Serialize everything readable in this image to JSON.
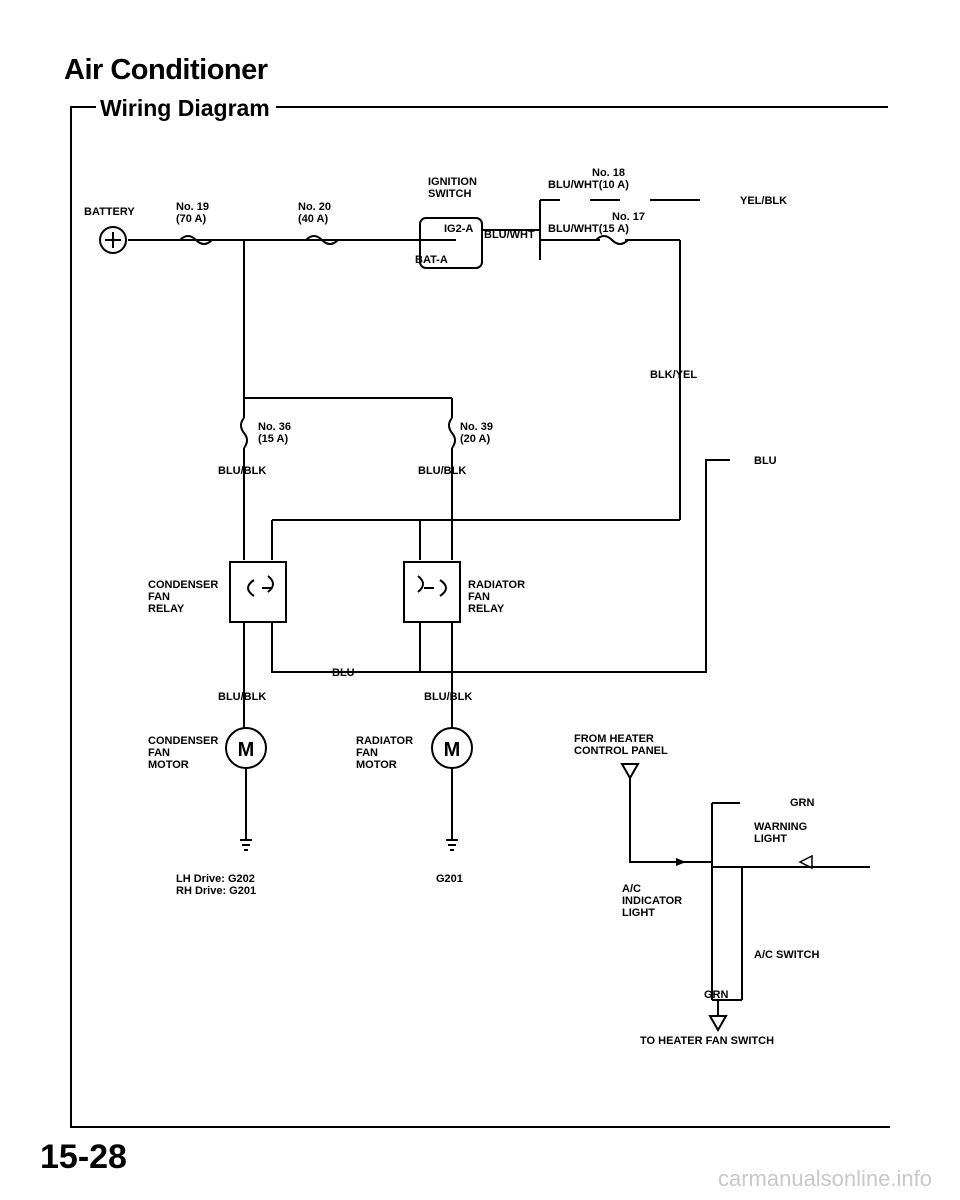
{
  "header": {
    "title": "Air Conditioner",
    "subtitle": "Wiring Diagram"
  },
  "labels": {
    "battery": "BATTERY",
    "f19_no": "No. 19",
    "f19_amp": "(70 A)",
    "f20_no": "No. 20",
    "f20_amp": "(40 A)",
    "ign_1": "IGNITION",
    "ign_2": "SWITCH",
    "ig2a": "IG2-A",
    "bata": "BAT-A",
    "blu_wht": "BLU/WHT",
    "f18_no": "No. 18",
    "f18_wire": "BLU/WHT(10 A)",
    "f17_no": "No. 17",
    "f17_wire": "BLU/WHT(15 A)",
    "yel_blk": "YEL/BLK",
    "blk_yel": "BLK/YEL",
    "f36_no": "No. 36",
    "f36_amp": "(15 A)",
    "f39_no": "No. 39",
    "f39_amp": "(20 A)",
    "blu_blk_l1": "BLU/BLK",
    "blu_blk_r1": "BLU/BLK",
    "blu_right": "BLU",
    "cond_relay_1": "CONDENSER",
    "cond_relay_2": "FAN",
    "cond_relay_3": "RELAY",
    "rad_relay_1": "RADIATOR",
    "rad_relay_2": "FAN",
    "rad_relay_3": "RELAY",
    "blu_mid": "BLU",
    "blu_blk_l2": "BLU/BLK",
    "blu_blk_r2": "BLU/BLK",
    "cond_motor_1": "CONDENSER",
    "cond_motor_2": "FAN",
    "cond_motor_3": "MOTOR",
    "rad_motor_1": "RADIATOR",
    "rad_motor_2": "FAN",
    "rad_motor_3": "MOTOR",
    "motor_symbol_l": "M",
    "motor_symbol_r": "M",
    "lh_drive": "LH Drive: G202",
    "rh_drive": "RH Drive: G201",
    "g201": "G201",
    "heater_1": "FROM HEATER",
    "heater_2": "CONTROL PANEL",
    "grn_top": "GRN",
    "warn_1": "WARNING",
    "warn_2": "LIGHT",
    "ac_ind_1": "A/C",
    "ac_ind_2": "INDICATOR",
    "ac_ind_3": "LIGHT",
    "ac_switch": "A/C SWITCH",
    "grn_bottom": "GRN",
    "to_heater": "TO HEATER FAN SWITCH"
  },
  "footer": {
    "page_number": "15-28",
    "watermark": "carmanualsonline.info"
  }
}
